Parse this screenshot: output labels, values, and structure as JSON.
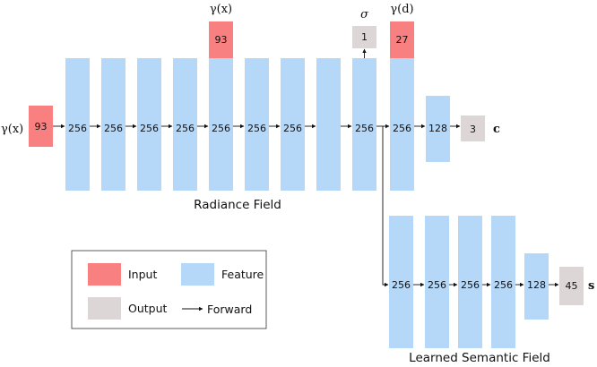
{
  "colors": {
    "input": "#f88080",
    "feature": "#b5d8f8",
    "output": "#ddd6d6",
    "arrow": "#111111"
  },
  "radiance_field": {
    "title": "Radiance Field",
    "input_label_left": "γ(x)",
    "input_value": "93",
    "hidden_layers": [
      "256",
      "256",
      "256",
      "256",
      "256",
      "256",
      "256",
      "256"
    ],
    "skip_input_label": "γ(x)",
    "skip_input_value": "93",
    "sigma_label": "σ",
    "sigma_value": "1",
    "dir_input_label": "γ(d)",
    "dir_input_value": "27",
    "dir_layer": "256",
    "color_layer": "128",
    "color_output_value": "3",
    "color_output_label": "c"
  },
  "semantic_field": {
    "title": "Learned Semantic Field",
    "hidden_layers": [
      "256",
      "256",
      "256",
      "256"
    ],
    "mid_layer": "128",
    "output_value": "45",
    "output_label": "s"
  },
  "legend": {
    "input": "Input",
    "feature": "Feature",
    "output": "Output",
    "forward": "Forward"
  }
}
